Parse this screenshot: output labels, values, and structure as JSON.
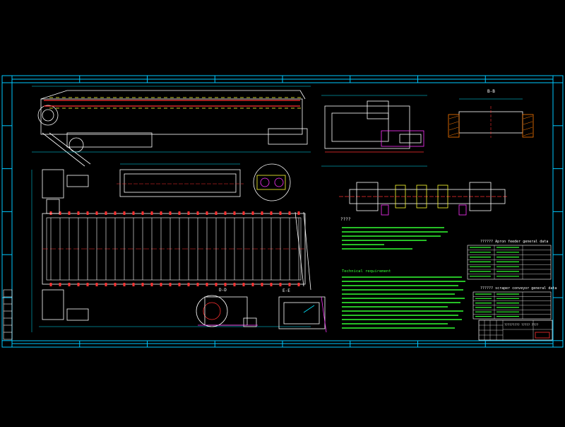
{
  "colors": {
    "background": "#000000",
    "frame": "#00c8ff",
    "lines": "#ffffff",
    "red": "#ff3030",
    "green": "#33ff33",
    "yellow": "#ffff33",
    "magenta": "#ff33ff",
    "hatch": "#ff7a00",
    "dim": "#00e5ff"
  },
  "views": {
    "section_bb": "B-B",
    "section_dd": "D-D",
    "section_ee": "E-E"
  },
  "notes": {
    "title_marker": "????",
    "technical_requirements": "Technical requirement"
  },
  "tables": {
    "apron_feeder_header": "??????  Apron feeder general data",
    "scraper_conveyor_header": "?????? scraper conveyor general data"
  },
  "title_block": {
    "drawing_title": "????????? ????? ????"
  }
}
